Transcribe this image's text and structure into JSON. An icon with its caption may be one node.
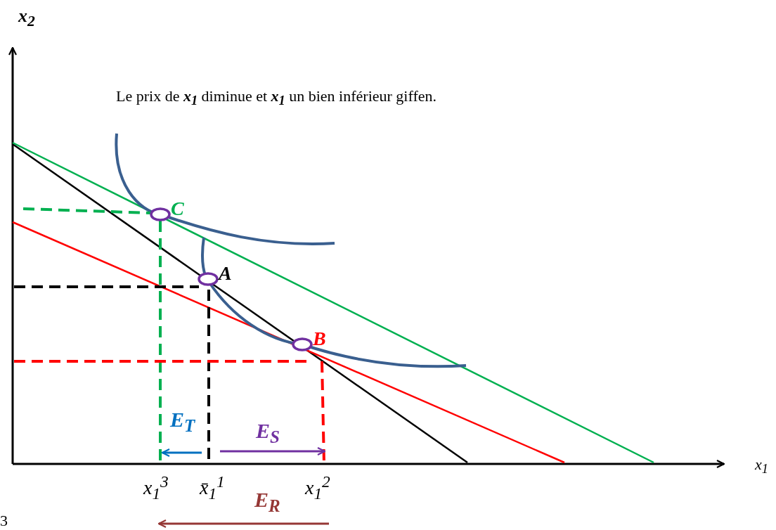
{
  "diagram": {
    "title": "Le prix de **x$_{1}$** diminue et **x$_{1}$** un bien inférieur giffen.",
    "nodes": [
      {
        "text": [],
        "shape": "circle",
        "beside": [
          "C"
        ]
      },
      {
        "text": [],
        "shape": "circle",
        "beside": [
          "A"
        ]
      },
      {
        "text": [],
        "shape": "circle",
        "beside": [
          "B"
        ]
      }
    ],
    "labels": [
      "x$_{2}$",
      "x$_{1}$",
      "x$_{1}$$^{3}$",
      "x̄$_{1}$$^{1}$",
      "x$_{1}$$^{2}$",
      "E$_{T}$",
      "E$_{S}$",
      "E$_{R}$",
      "3"
    ]
  }
}
